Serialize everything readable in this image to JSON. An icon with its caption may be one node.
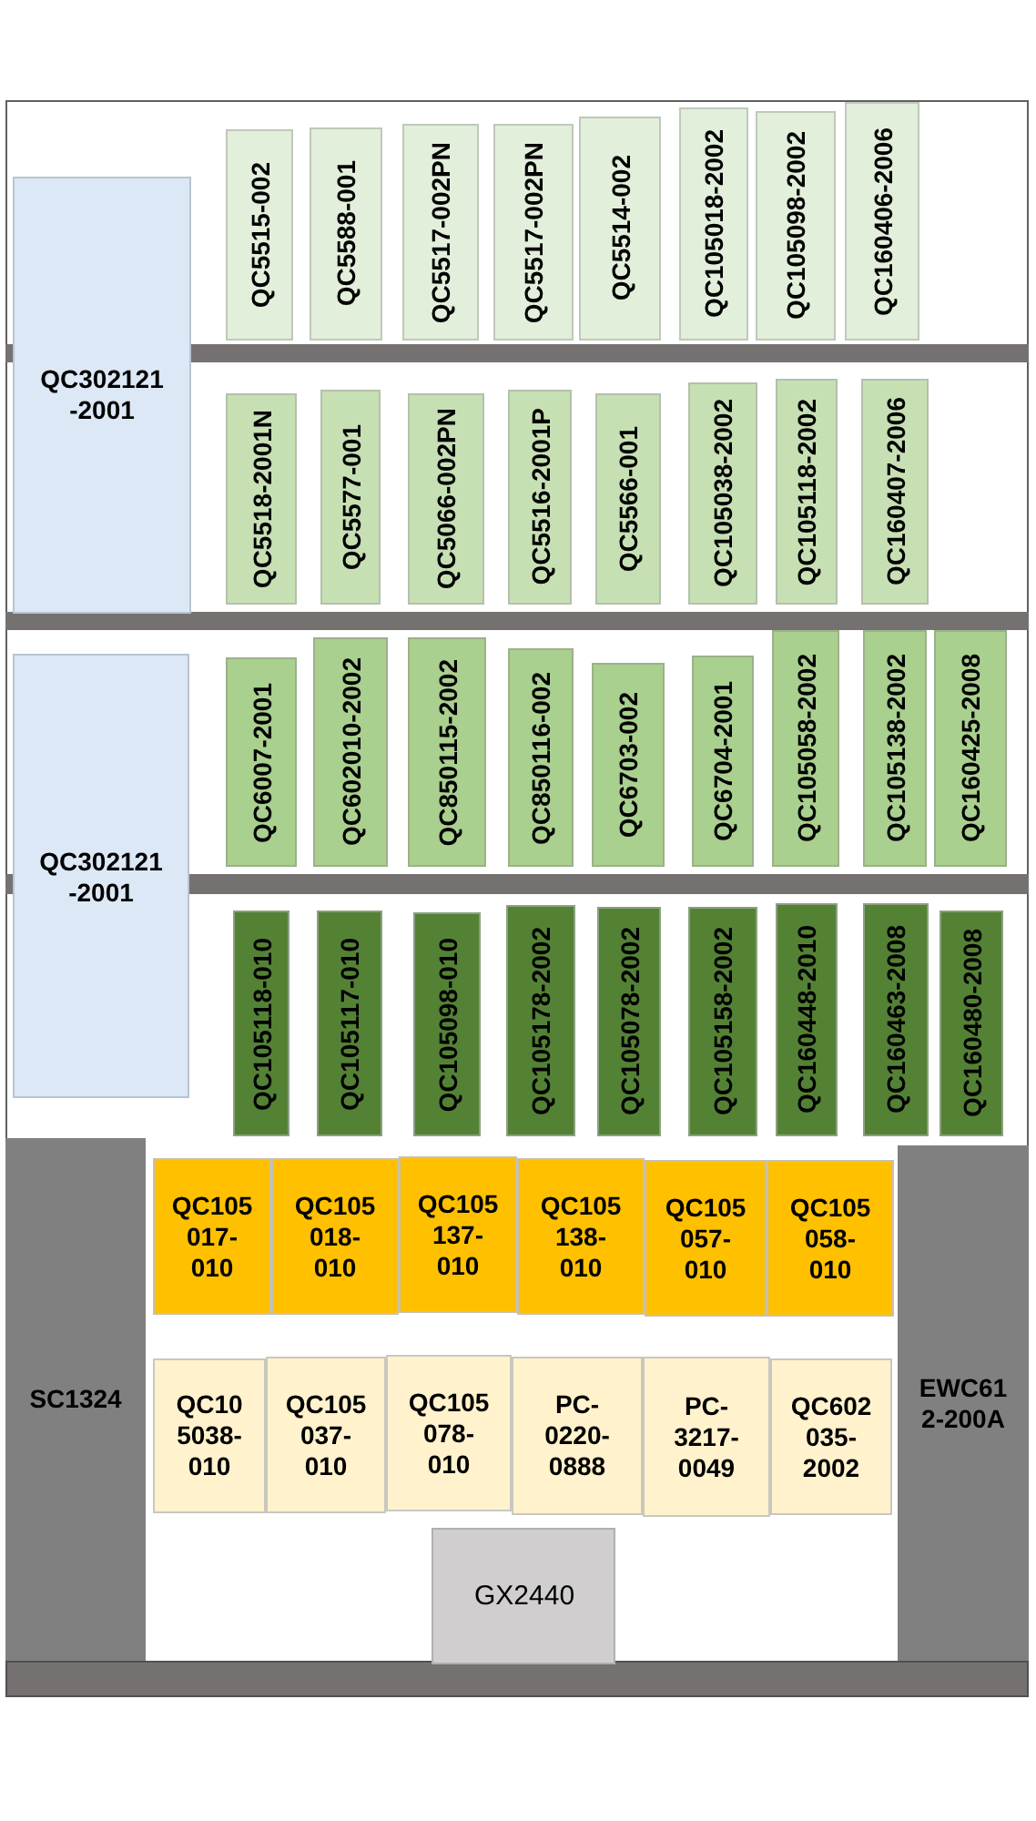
{
  "diagram": {
    "nodes": [
      {
        "text": [
          "QC302121 -2001"
        ]
      },
      {
        "text": [
          "QC5515-002"
        ]
      },
      {
        "text": [
          "QC5588-001"
        ]
      },
      {
        "text": [
          "QC5517-002PN"
        ]
      },
      {
        "text": [
          "QC5517-002PN"
        ]
      },
      {
        "text": [
          "QC5514-002"
        ]
      },
      {
        "text": [
          "QC105018-2002"
        ]
      },
      {
        "text": [
          "QC105098-2002"
        ]
      },
      {
        "text": [
          "QC160406-2006"
        ]
      },
      {
        "text": [
          "QC5518-2001N"
        ]
      },
      {
        "text": [
          "QC5577-001"
        ]
      },
      {
        "text": [
          "QC5066-002PN"
        ]
      },
      {
        "text": [
          "QC5516-2001P"
        ]
      },
      {
        "text": [
          "QC5566-001"
        ]
      },
      {
        "text": [
          "QC105038-2002"
        ]
      },
      {
        "text": [
          "QC105118-2002"
        ]
      },
      {
        "text": [
          "QC160407-2006"
        ]
      },
      {
        "text": [
          "QC302121 -2001"
        ]
      },
      {
        "text": [
          "QC6007-2001"
        ]
      },
      {
        "text": [
          "QC602010-2002"
        ]
      },
      {
        "text": [
          "QC850115-2002"
        ]
      },
      {
        "text": [
          "QC850116-002"
        ]
      },
      {
        "text": [
          "QC6703-002"
        ]
      },
      {
        "text": [
          "QC6704-2001"
        ]
      },
      {
        "text": [
          "QC105058-2002"
        ]
      },
      {
        "text": [
          "QC105138-2002"
        ]
      },
      {
        "text": [
          "QC160425-2008"
        ]
      },
      {
        "text": [
          "QC105118-010"
        ]
      },
      {
        "text": [
          "QC105117-010"
        ]
      },
      {
        "text": [
          "QC105098-010"
        ]
      },
      {
        "text": [
          "QC105178-2002"
        ]
      },
      {
        "text": [
          "QC105078-2002"
        ]
      },
      {
        "text": [
          "QC105158-2002"
        ]
      },
      {
        "text": [
          "QC160448-2010"
        ]
      },
      {
        "text": [
          "QC160463-2008"
        ]
      },
      {
        "text": [
          "QC160480-2008"
        ]
      },
      {
        "text": [
          "SC1324"
        ]
      },
      {
        "text": [
          "QC105 017- 010"
        ]
      },
      {
        "text": [
          "QC105 018- 010"
        ]
      },
      {
        "text": [
          "QC105 137- 010"
        ]
      },
      {
        "text": [
          "QC105 138- 010"
        ]
      },
      {
        "text": [
          "QC105 057- 010"
        ]
      },
      {
        "text": [
          "QC105 058- 010"
        ]
      },
      {
        "text": [
          "EWC61 2-200A"
        ]
      },
      {
        "text": [
          "QC10 5038- 010"
        ]
      },
      {
        "text": [
          "QC105 037- 010"
        ]
      },
      {
        "text": [
          "QC105 078- 010"
        ]
      },
      {
        "text": [
          "PC- 0220- 0888"
        ]
      },
      {
        "text": [
          "PC- 3217- 0049"
        ]
      },
      {
        "text": [
          "QC602 035- 2002"
        ]
      },
      {
        "text": [
          "GX2440"
        ]
      }
    ]
  }
}
